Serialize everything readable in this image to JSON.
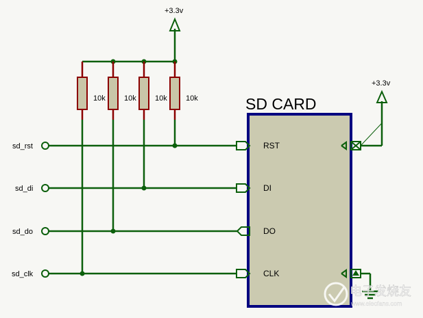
{
  "power": {
    "main_label": "+3.3v",
    "card_label": "+3.3v"
  },
  "resistors": [
    {
      "value": "10k"
    },
    {
      "value": "10k"
    },
    {
      "value": "10k"
    },
    {
      "value": "10k"
    }
  ],
  "signals": [
    {
      "net": "sd_rst",
      "pin": "RST"
    },
    {
      "net": "sd_di",
      "pin": "DI"
    },
    {
      "net": "sd_do",
      "pin": "DO"
    },
    {
      "net": "sd_clk",
      "pin": "CLK"
    }
  ],
  "card": {
    "title": "SD CARD"
  },
  "watermark": {
    "text": "电子发烧友",
    "url": "www.elecfans.com"
  },
  "colors": {
    "wire": "#0b5f0b",
    "resistor_body": "#c9c6a8",
    "resistor_outline": "#8b0000",
    "card_fill": "#cbcab0",
    "card_border": "#000080",
    "pin": "#0b5f0b",
    "text": "#000000"
  }
}
